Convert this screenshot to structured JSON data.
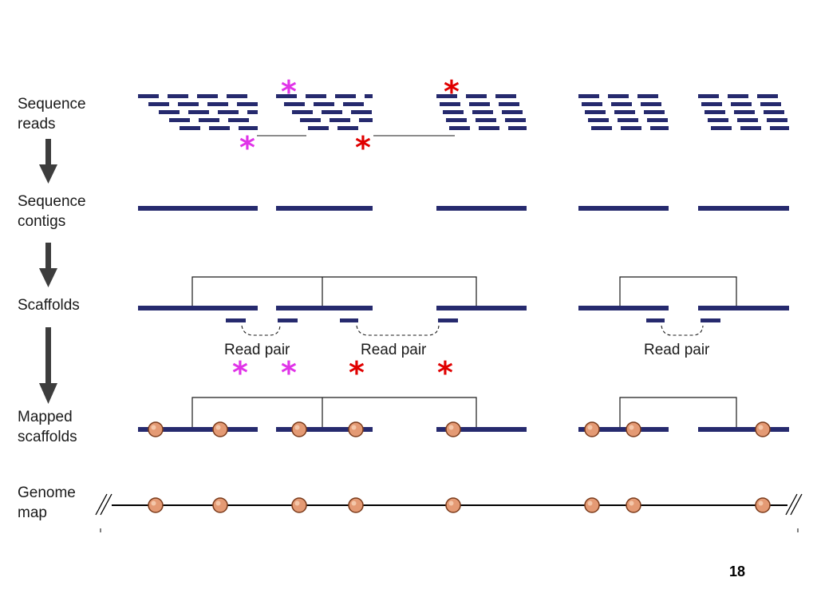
{
  "labels": {
    "sequence_reads": [
      "Sequence",
      "reads"
    ],
    "sequence_contigs": [
      "Sequence",
      "contigs"
    ],
    "scaffolds": [
      "Scaffolds"
    ],
    "mapped_scaffolds": [
      "Mapped",
      "scaffolds"
    ],
    "genome_map": [
      "Genome",
      "map"
    ]
  },
  "read_pair_labels": [
    "Read pair",
    "Read pair",
    "Read pair"
  ],
  "page_number": "18",
  "colors": {
    "read": "#262a6e",
    "marker_fill": "#e49a74",
    "marker_stroke": "#7a3a1a",
    "star_magenta": "#e033e8",
    "star_red": "#e00000",
    "arrow": "#3d3d3d"
  },
  "icons": {
    "flow_arrow": "down-arrow-icon",
    "marker": "circle-marker",
    "star": "asterisk"
  }
}
